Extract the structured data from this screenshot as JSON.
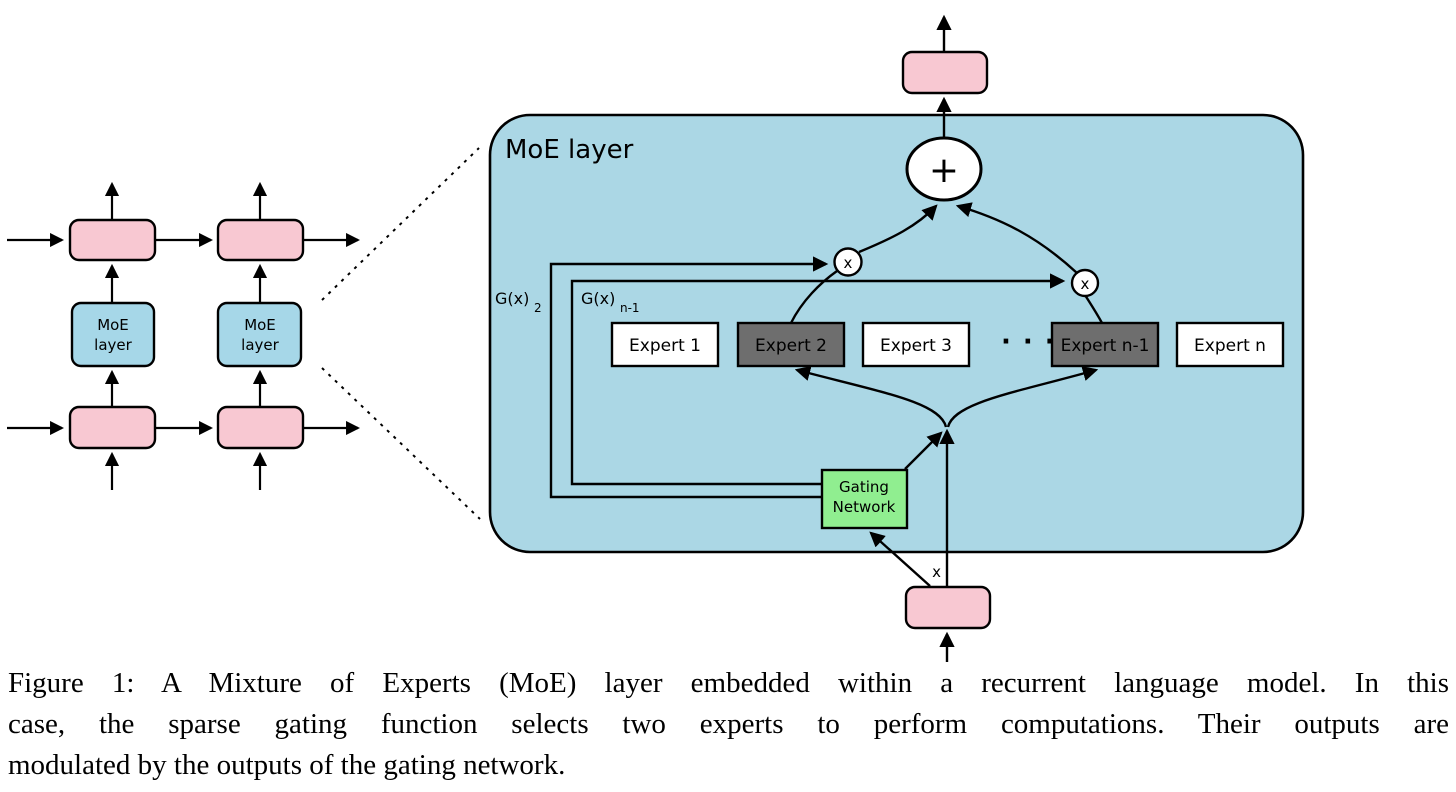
{
  "colors": {
    "pink": "#f8c8d2",
    "big_blue": "#abd7e5",
    "small_blue": "#a6d7e8",
    "expert_white": "#ffffff",
    "expert_gray": "#6e6e6e",
    "gating_green": "#90ee90",
    "node_white": "#ffffff",
    "stroke": "#000000"
  },
  "left_diagram": {
    "moe_box_left": {
      "line1": "MoE",
      "line2": "layer"
    },
    "moe_box_right": {
      "line1": "MoE",
      "line2": "layer"
    }
  },
  "moe_layer": {
    "title": "MoE layer",
    "gate_weight_2": {
      "base": "G(x)",
      "sub": "2"
    },
    "gate_weight_n1": {
      "base": "G(x)",
      "sub": "n-1"
    },
    "experts": [
      {
        "label": "Expert 1",
        "fill": "#ffffff"
      },
      {
        "label": "Expert 2",
        "fill": "#6e6e6e"
      },
      {
        "label": "Expert 3",
        "fill": "#ffffff"
      },
      {
        "label": "Expert n-1",
        "fill": "#6e6e6e"
      },
      {
        "label": "Expert n",
        "fill": "#ffffff"
      }
    ],
    "ellipsis": "···",
    "gating_network": {
      "line1": "Gating",
      "line2": "Network"
    },
    "add_op": "+",
    "mul_op": "x",
    "input_label": "x"
  },
  "caption": {
    "lines": [
      "Figure 1: A Mixture of Experts (MoE) layer embedded within a recurrent language model. In this",
      "case, the sparse gating function selects two experts to perform computations.  Their outputs are",
      "modulated by the outputs of the gating network."
    ]
  }
}
